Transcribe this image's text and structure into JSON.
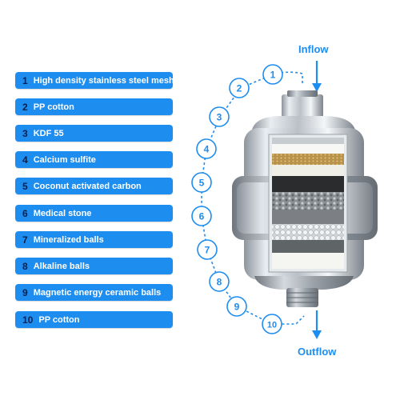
{
  "layers": [
    {
      "num": "1",
      "label": "High density stainless steel mesh"
    },
    {
      "num": "2",
      "label": "PP cotton"
    },
    {
      "num": "3",
      "label": "KDF 55"
    },
    {
      "num": "4",
      "label": "Calcium sulfite"
    },
    {
      "num": "5",
      "label": "Coconut activated carbon"
    },
    {
      "num": "6",
      "label": "Medical stone"
    },
    {
      "num": "7",
      "label": "Mineralized balls"
    },
    {
      "num": "8",
      "label": "Alkaline balls"
    },
    {
      "num": "9",
      "label": "Magnetic energy ceramic balls"
    },
    {
      "num": "10",
      "label": "PP cotton"
    }
  ],
  "markers": [
    "1",
    "2",
    "3",
    "4",
    "5",
    "6",
    "7",
    "8",
    "9",
    "10"
  ],
  "flow": {
    "inflow": "Inflow",
    "outflow": "Outflow"
  },
  "colors": {
    "accent": "#1e8df0",
    "number_dark": "#0a1f4a",
    "chrome": "#c8cdd3"
  }
}
